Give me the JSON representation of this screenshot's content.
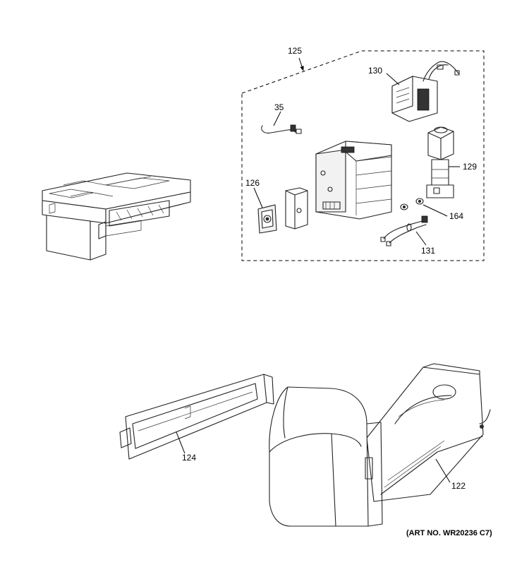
{
  "callouts": {
    "c125": "125",
    "c130": "130",
    "c35": "35",
    "c129": "129",
    "c126": "126",
    "c164": "164",
    "c131": "131",
    "c124": "124",
    "c122": "122"
  },
  "art_number": "(ART NO. WR20236 C7)"
}
